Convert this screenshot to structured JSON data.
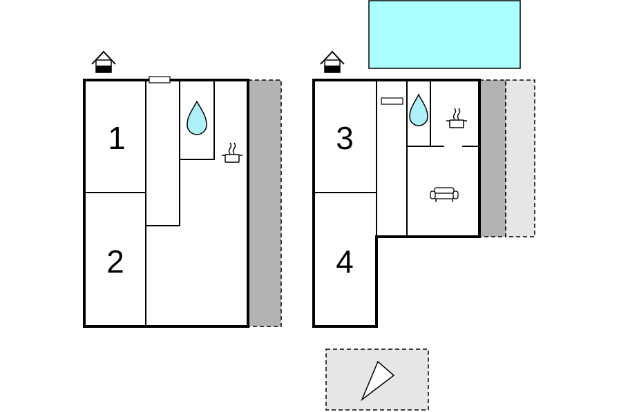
{
  "rooms": {
    "room1": "1",
    "room2": "2",
    "room3": "3",
    "room4": "4"
  },
  "colors": {
    "pool": "#aaffff",
    "water_drop": "#aef0f8",
    "terrace_dark": "#b3b3b3",
    "terrace_light": "#e6e6e6",
    "lawn": "#e6e6e6"
  },
  "icons": {
    "entrance": "house-entrance-icon",
    "bathroom": "water-drop-icon",
    "kitchen": "cooking-pot-icon",
    "living": "sofa-icon",
    "heater": "radiator-icon",
    "direction": "compass-arrow-icon"
  }
}
